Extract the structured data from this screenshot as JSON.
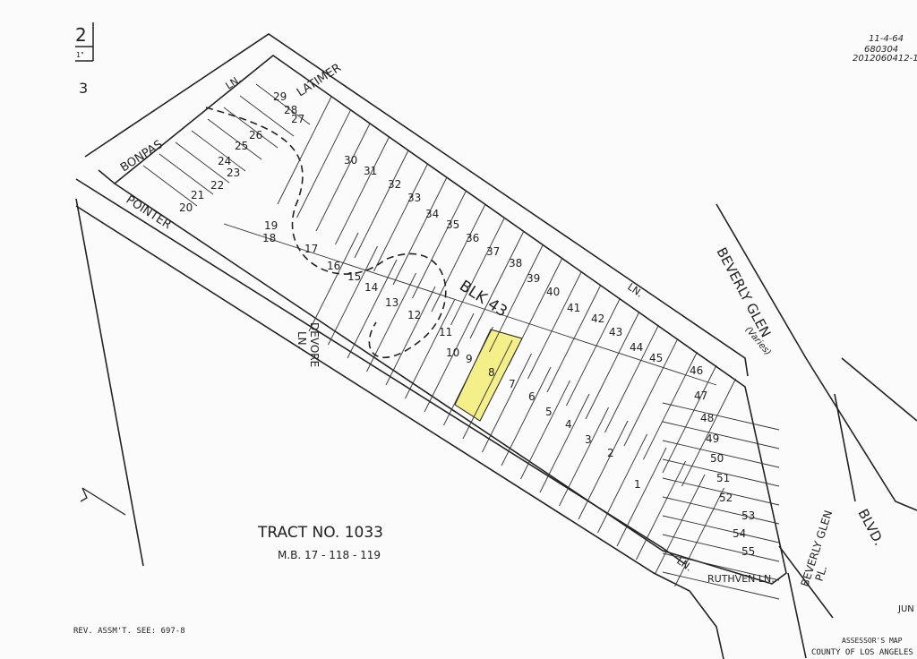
{
  "header": {
    "sheet_number": "2",
    "scale_mark": "1\"",
    "margin_mark": "3",
    "dates": [
      "11-4-64",
      "680304",
      "2012060412-1"
    ]
  },
  "streets": {
    "latimer": "LATIMER",
    "latimer_ln": "LN.",
    "bonpas": "BONPAS",
    "bonpas_ln": "LN.",
    "pointer": "POINTER",
    "devore": "DEVORE",
    "devore_ln": "LN.",
    "beverly_glen": "BEVERLY GLEN",
    "varies": "(Varies)",
    "blvd": "BLVD.",
    "ruthven": "RUTHVEN LN.",
    "beverly_glen_pl": "BEVERLY GLEN",
    "pl": "PL.",
    "ln_right": "LN.",
    "ln_bottom": "LN."
  },
  "block": "BLK 43",
  "highlighted_lot": "8",
  "highlight_color": "#f5ef8a",
  "lots": [
    "1",
    "2",
    "3",
    "4",
    "5",
    "6",
    "7",
    "8",
    "9",
    "10",
    "11",
    "12",
    "13",
    "14",
    "15",
    "16",
    "17",
    "18",
    "19",
    "20",
    "21",
    "22",
    "23",
    "24",
    "25",
    "26",
    "27",
    "28",
    "29",
    "30",
    "31",
    "32",
    "33",
    "34",
    "35",
    "36",
    "37",
    "38",
    "39",
    "40",
    "41",
    "42",
    "43",
    "44",
    "45",
    "46",
    "47",
    "48",
    "49",
    "50",
    "51",
    "52",
    "53",
    "54",
    "55"
  ],
  "tract": {
    "title": "TRACT NO. 1033",
    "mb": "M.B. 17 - 118 - 119"
  },
  "footer": {
    "rev": "REV. ASSM'T. SEE: 697-8",
    "stamp": "JUN",
    "map_label": "ASSESSOR'S MAP",
    "county": "COUNTY OF LOS ANGELES"
  }
}
